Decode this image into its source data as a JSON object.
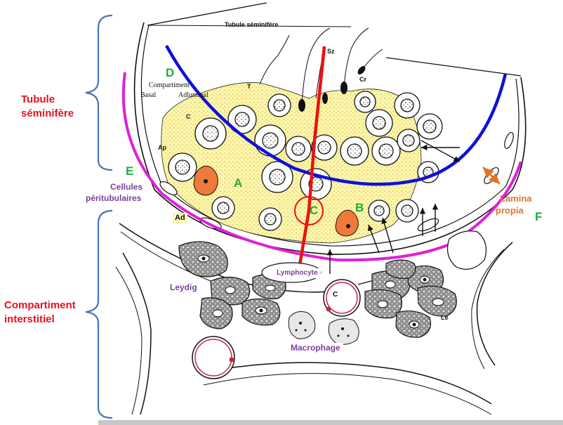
{
  "labels": {
    "tubule_title": "Tubule séminifère",
    "side_tubule_line1": "Tubule",
    "side_tubule_line2": "séminifère",
    "side_interstitial_line1": "Compartiment",
    "side_interstitial_line2": "interstitiel",
    "letter_d": "D",
    "letter_e": "E",
    "letter_a": "A",
    "letter_b": "B",
    "letter_c": "C",
    "letter_f": "F",
    "compartiment": "Compartiment",
    "basal": "Basal",
    "adluminal": "Adluminal",
    "cellules_line1": "Cellules",
    "cellules_line2": "péritubulaires",
    "lamina_line1": "Lamina",
    "lamina_line2": "propia",
    "ad": "Ad",
    "ap": "Ap",
    "sz": "Sz",
    "cr": "Cr",
    "t": "T",
    "c_small": "C",
    "c_vessel": "C",
    "lymphocyte": "Lymphocyte",
    "leydig": "Leydig",
    "macrophage": "Macrophage",
    "le": "Le"
  },
  "colors": {
    "side_label": "#e8101c",
    "letters": "#22a83a",
    "purple_labels": "#7b3fa0",
    "orange_label": "#e27426",
    "bracket": "#4a72b8",
    "cytoplasm": "#fff6a6",
    "blue_line": "#1010d8",
    "red_line": "#ee1010",
    "magenta_line": "#e020d8",
    "leydig_cell": "#8e8e8e",
    "sertoli_nucleus": "#f07a3a"
  }
}
